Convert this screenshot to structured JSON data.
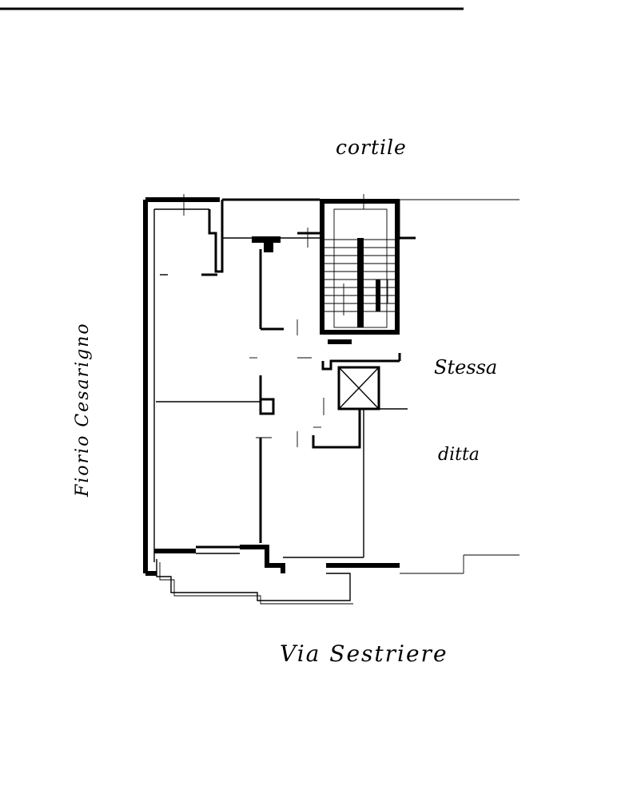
{
  "plan": {
    "labels": {
      "top": "cortile",
      "left": "Fiorio Cesarigno",
      "right_line1": "Stessa",
      "right_line2": "ditta",
      "bottom": "Via Sestriere"
    }
  }
}
